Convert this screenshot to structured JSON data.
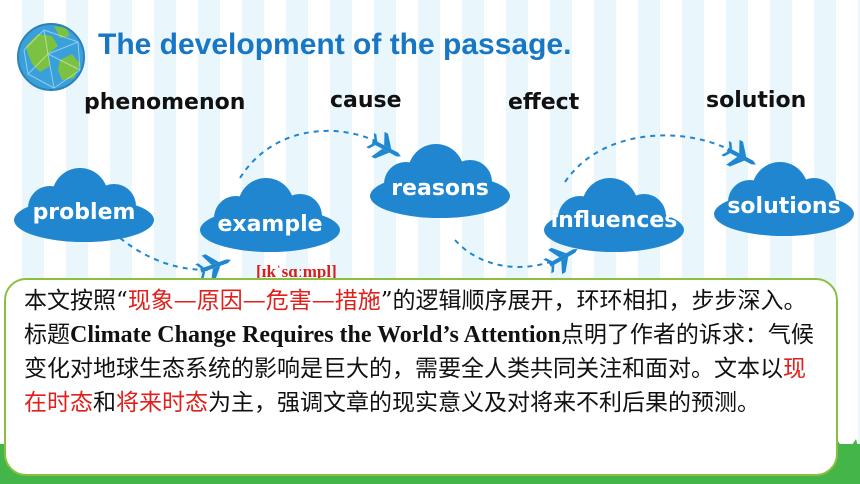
{
  "title": "The development of the passage.",
  "stages": {
    "phenomenon": "phenomenon",
    "cause": "cause",
    "effect": "effect",
    "solution": "solution"
  },
  "clouds": {
    "problem": "problem",
    "example": "example",
    "reasons": "reasons",
    "influences": "influences",
    "solutions": "solutions"
  },
  "phonetic": "[ɪkˈsɑːmpl]",
  "colors": {
    "title": "#1877c4",
    "cloud": "#1f86cf",
    "highlight": "#e0201c",
    "border": "#8dbf3f",
    "grass": "#44b649"
  },
  "icons": [
    "globe-icon",
    "airplane-icon"
  ],
  "paragraph": {
    "p1": "本文按照“",
    "h1": "现象—原因—危害—措施",
    "p2": "”的逻辑顺序展开，环环相扣，步步深入。标题",
    "title_en": "Climate Change Requires the World’s Attention",
    "p3": "点明了作者的诉求：气候变化对地球生态系统的影响是巨大的，需要全人类共同关注和面对。文本以",
    "h2": "现在时态",
    "p4": "和",
    "h3": "将来时态",
    "p5": "为主，强调文章的现实意义及对将来不利后果的预测。"
  }
}
